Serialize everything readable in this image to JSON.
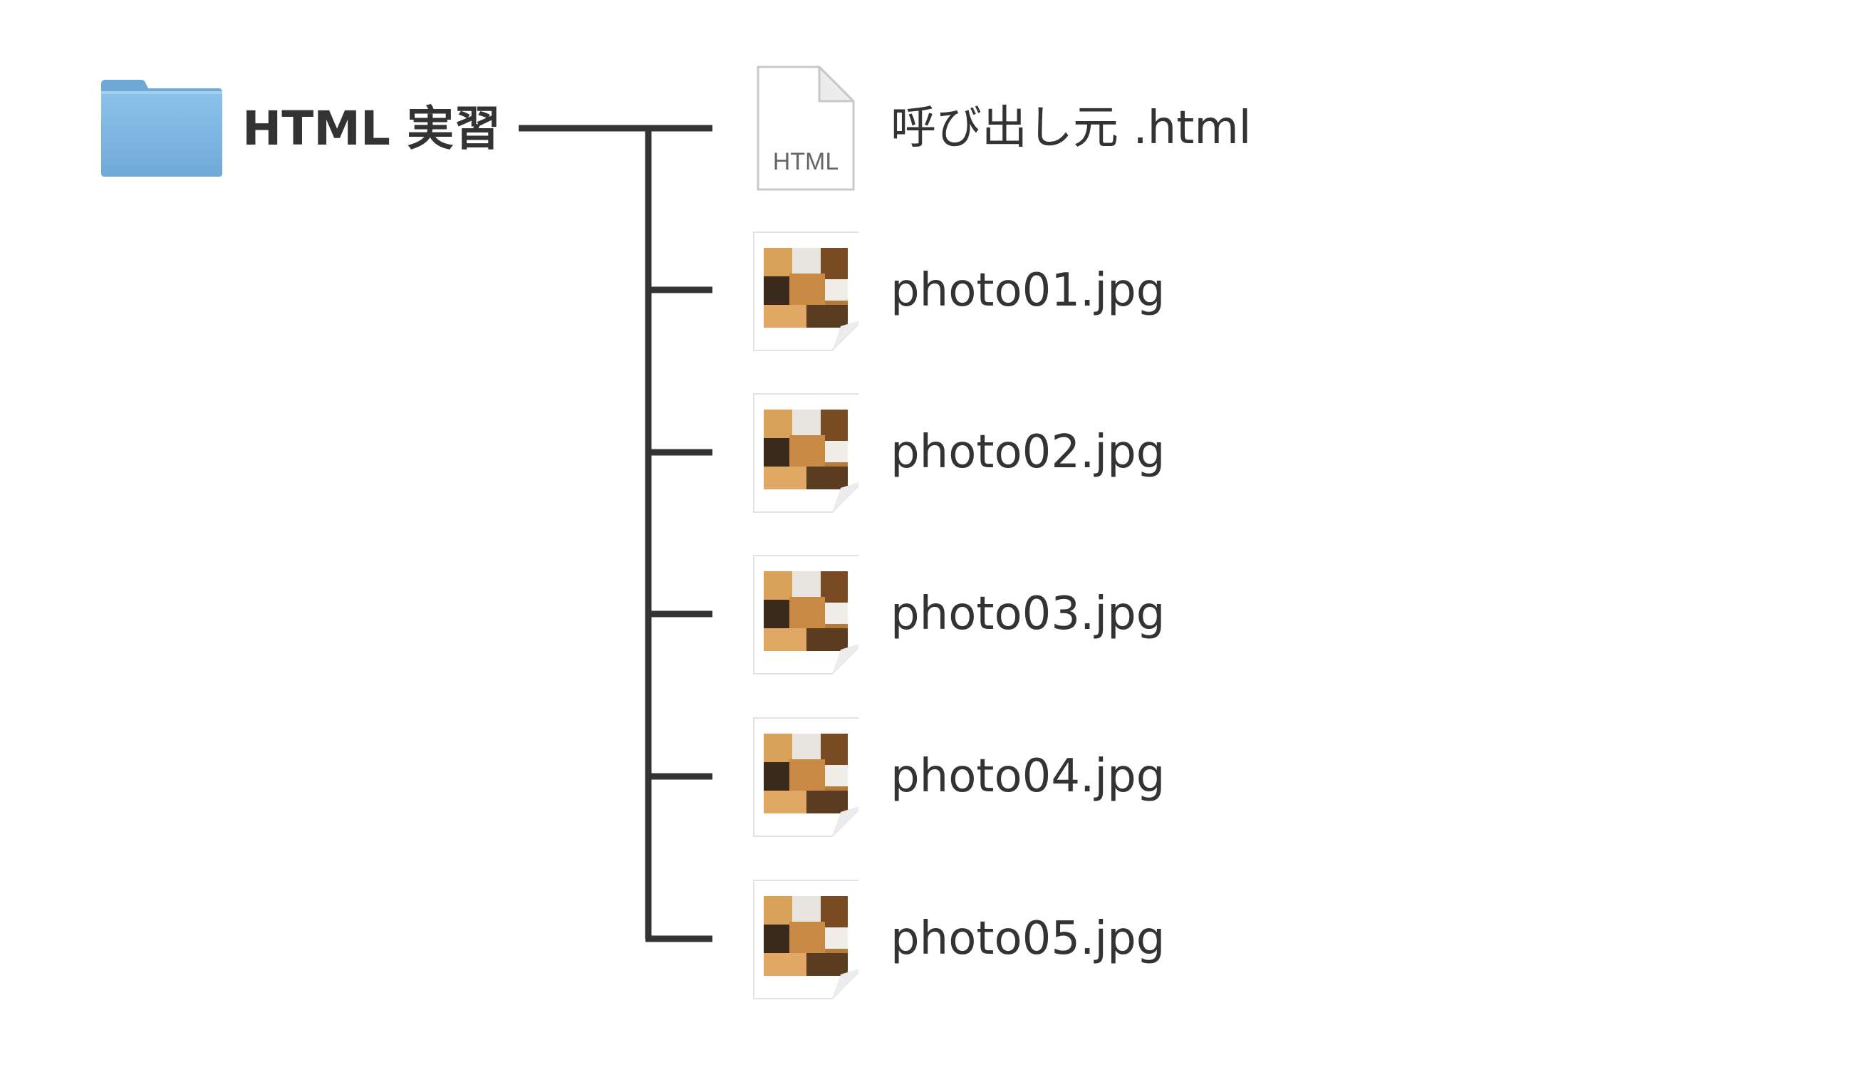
{
  "root": {
    "label": "HTML 実習",
    "icon": "folder-icon",
    "color": "#79b4df"
  },
  "files": [
    {
      "name": "呼び出し元 .html",
      "type": "html",
      "icon": "html-file-icon",
      "badge": "HTML"
    },
    {
      "name": "photo01.jpg",
      "type": "jpg",
      "icon": "image-file-icon"
    },
    {
      "name": "photo02.jpg",
      "type": "jpg",
      "icon": "image-file-icon"
    },
    {
      "name": "photo03.jpg",
      "type": "jpg",
      "icon": "image-file-icon"
    },
    {
      "name": "photo04.jpg",
      "type": "jpg",
      "icon": "image-file-icon"
    },
    {
      "name": "photo05.jpg",
      "type": "jpg",
      "icon": "image-file-icon"
    }
  ],
  "line_color": "#333333"
}
